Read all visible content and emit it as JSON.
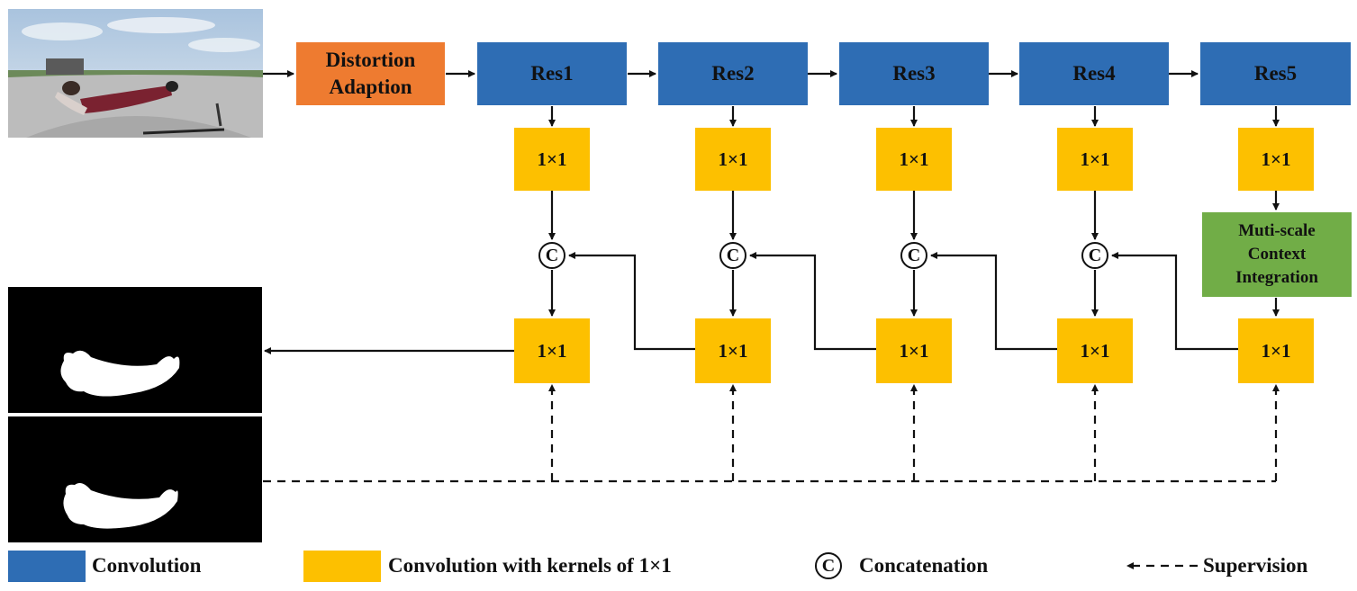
{
  "pipeline": {
    "distortion_label": "Distortion\nAdaption",
    "res_blocks": [
      "Res1",
      "Res2",
      "Res3",
      "Res4",
      "Res5"
    ],
    "kernel_label": "1×1",
    "concat_symbol": "C",
    "context_label": "Muti-scale\nContext\nIntegration"
  },
  "legend": {
    "convolution": "Convolution",
    "kernel_conv": "Convolution with kernels of 1×1",
    "concat_symbol": "C",
    "concatenation": "Concatenation",
    "supervision": "Supervision"
  },
  "colors": {
    "res": "#2e6db4",
    "kernel": "#fdc000",
    "distortion": "#ee7b30",
    "context": "#71ad47"
  }
}
